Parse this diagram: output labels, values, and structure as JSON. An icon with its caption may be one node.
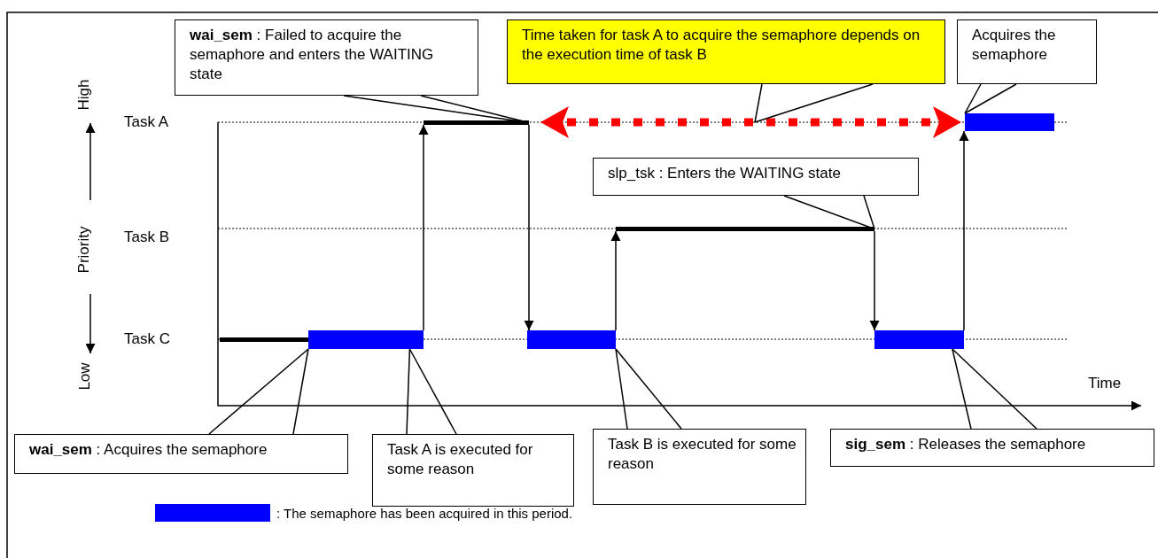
{
  "diagram": {
    "nodes": [
      {
        "text": [
          "**wai_sem** : Failed to acquire the semaphore and enters the WAITING state"
        ]
      },
      {
        "text": [
          "Time taken for task A to acquire the semaphore depends on the execution time of task B"
        ]
      },
      {
        "text": [
          "Acquires the semaphore"
        ]
      },
      {
        "text": [],
        "shape": "bar"
      },
      {
        "text": [],
        "shape": "bar"
      },
      {
        "text": [
          "slp_tsk : Enters the WAITING state"
        ]
      },
      {
        "text": [],
        "shape": "bar"
      },
      {
        "text": [],
        "shape": "bar"
      },
      {
        "text": [],
        "shape": "bar"
      },
      {
        "text": [],
        "shape": "bar"
      },
      {
        "text": [],
        "shape": "bar"
      },
      {
        "text": [
          "**wai_sem** : Acquires the semaphore"
        ]
      },
      {
        "text": [
          "Task A is executed for some reason"
        ]
      },
      {
        "text": [
          "Task B is executed for some reason"
        ]
      },
      {
        "text": [
          "**sig_sem** : Releases the semaphore"
        ]
      }
    ],
    "edges": [
      {
        "from": 8,
        "to": 3,
        "arrow": "to"
      },
      {
        "from": 3,
        "to": 9,
        "arrow": "to"
      },
      {
        "from": 9,
        "to": 6,
        "arrow": "to"
      },
      {
        "from": 6,
        "to": 10,
        "arrow": "to"
      },
      {
        "from": 10,
        "to": 4,
        "arrow": "to"
      },
      {
        "from": 0,
        "to": 3,
        "arrow": "none"
      },
      {
        "from": 1,
        "to": null,
        "arrow": "none"
      },
      {
        "from": 2,
        "to": 4,
        "arrow": "none"
      },
      {
        "from": 5,
        "to": 6,
        "arrow": "none"
      },
      {
        "from": 11,
        "to": 8,
        "arrow": "none"
      },
      {
        "from": 12,
        "to": 8,
        "arrow": "none"
      },
      {
        "from": 13,
        "to": 9,
        "arrow": "none"
      },
      {
        "from": 14,
        "to": 10,
        "arrow": "none"
      }
    ],
    "labels": [
      "High",
      "Task A",
      "Priority",
      "Task B",
      "Task C",
      "Low",
      "Time"
    ],
    "legend": [
      {
        "text": ": The semaphore has been acquired in this period.",
        "color": "#0000ff"
      }
    ]
  }
}
